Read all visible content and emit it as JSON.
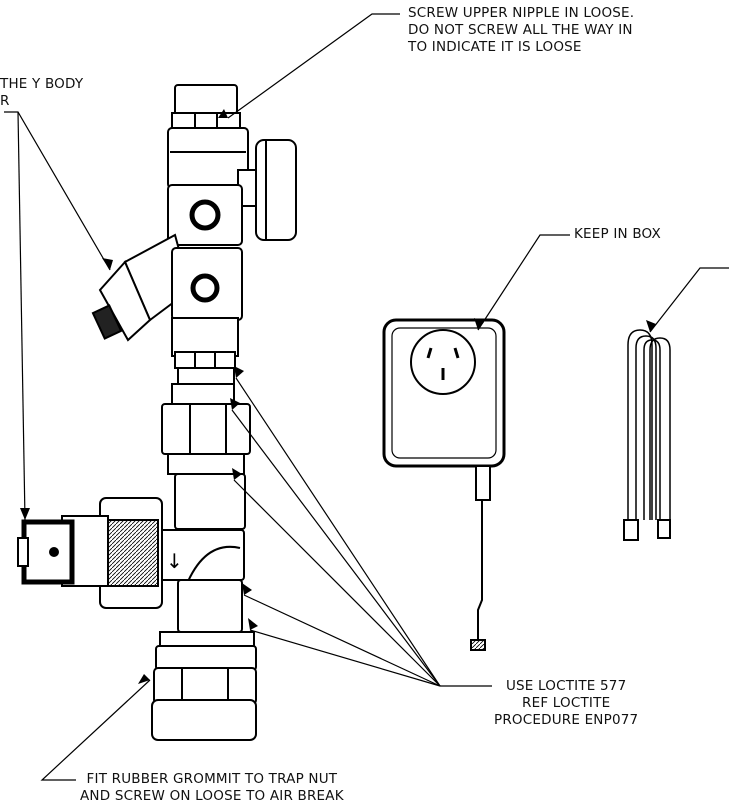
{
  "notes": {
    "nipple": {
      "lines": [
        "SCREW UPPER NIPPLE IN LOOSE.",
        "DO NOT SCREW ALL THE WAY IN",
        "TO INDICATE IT IS LOOSE"
      ]
    },
    "y_body": {
      "lines": [
        "THE Y BODY",
        "R"
      ]
    },
    "box": {
      "text": "KEEP IN BOX"
    },
    "loctite": {
      "lines": [
        "USE LOCTITE 577",
        "REF LOCTITE",
        "PROCEDURE ENP077"
      ]
    },
    "grommet": {
      "lines": [
        "FIT RUBBER GROMMIT TO TRAP NUT",
        "AND SCREW ON LOOSE TO AIR BREAK"
      ]
    }
  }
}
